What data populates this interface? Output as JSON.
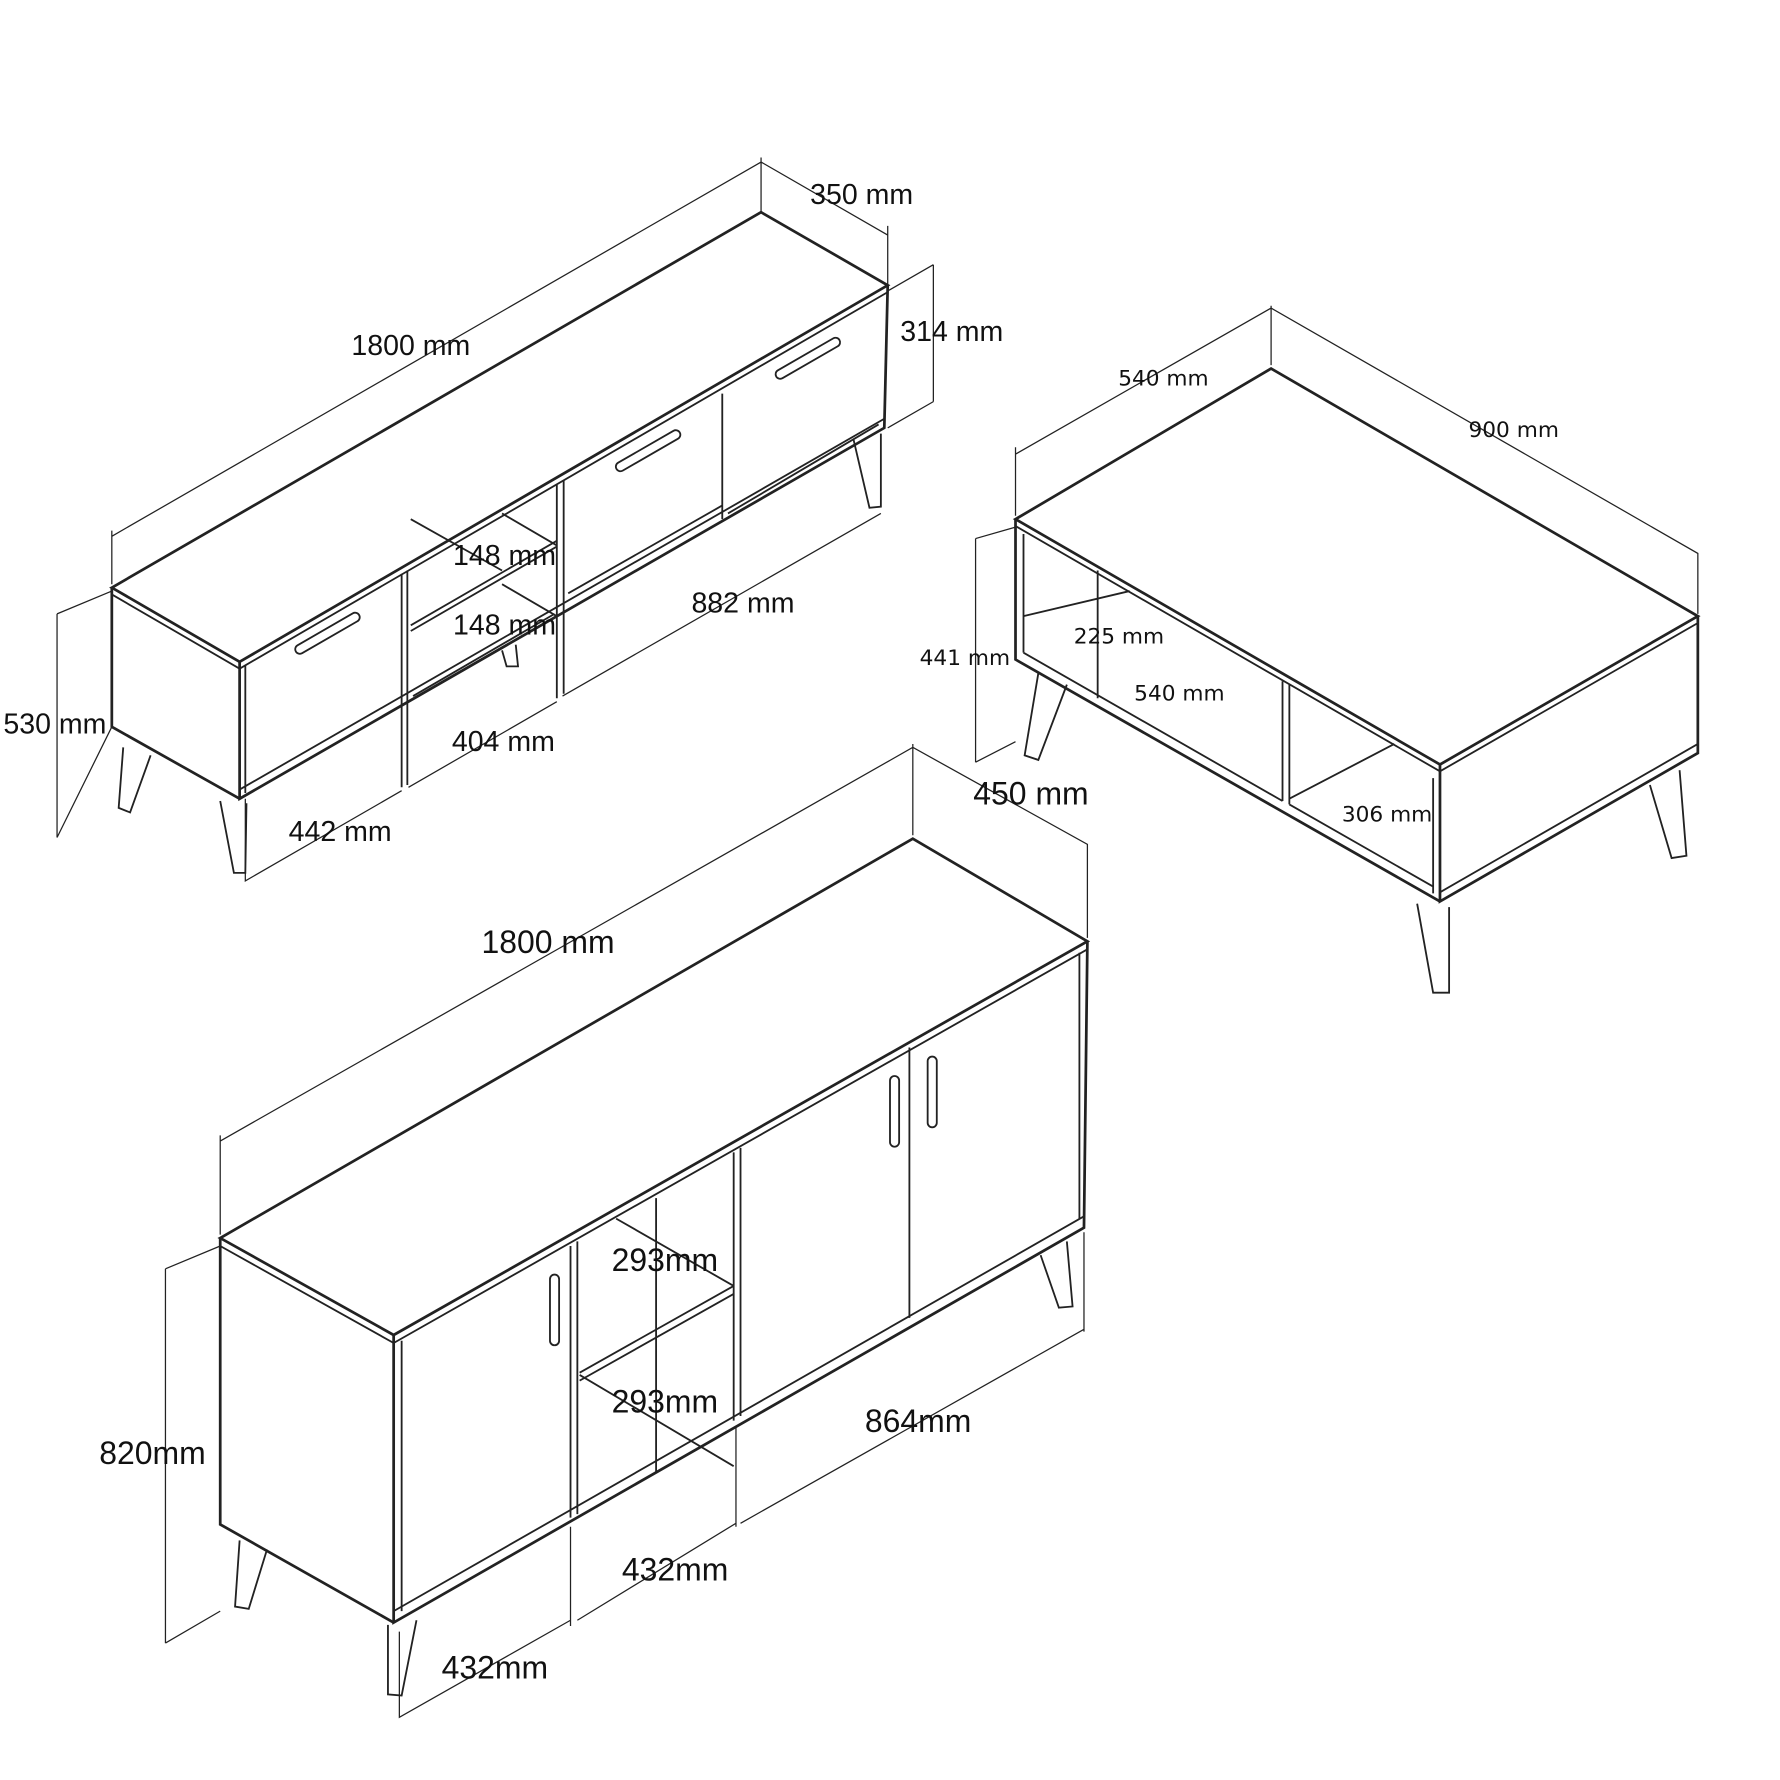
{
  "tv_unit": {
    "width": "1800 mm",
    "depth": "350 mm",
    "door_height": "314 mm",
    "height": "530 mm",
    "shelf_upper": "148 mm",
    "shelf_lower": "148 mm",
    "right_section": "882 mm",
    "middle_section": "404 mm",
    "left_section": "442 mm"
  },
  "coffee_table": {
    "depth": "540 mm",
    "length": "900 mm",
    "height": "441 mm",
    "shelf_height": "225 mm",
    "shelf_width": "540 mm",
    "compartment": "306 mm"
  },
  "sideboard": {
    "width": "1800 mm",
    "depth": "450 mm",
    "height": "820mm",
    "shelf_upper": "293mm",
    "shelf_lower": "293mm",
    "right_section": "864mm",
    "middle_section": "432mm",
    "left_section": "432mm"
  }
}
